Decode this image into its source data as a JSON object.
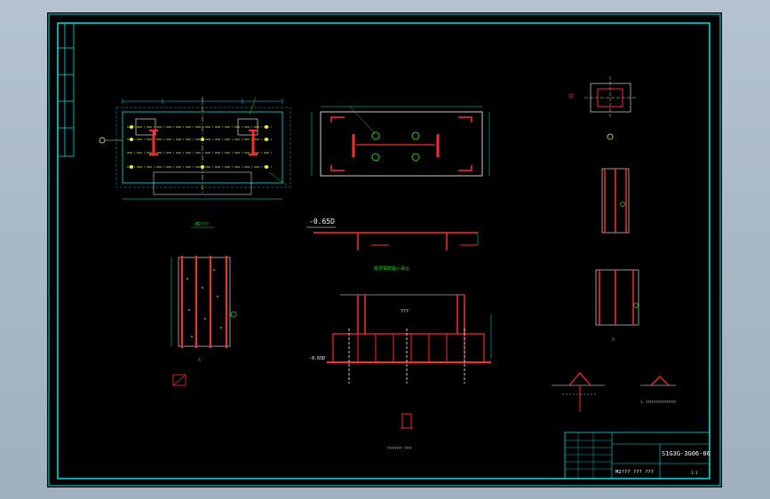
{
  "drawing": {
    "level_top": "-0.65D",
    "level_bottom": "-0.65D",
    "label_plan": "M2???",
    "label_section": "???",
    "label_a": "A",
    "label_b": "B",
    "pile_note": "桩顶钢筋锚入承台",
    "note_1": "1. ????????????????",
    "note_2": "????????  ????",
    "title_block": {
      "drawing_no": "S1G3G-3G06-06",
      "drawing_title": "M2??? ??? ???",
      "scale": "1:1"
    }
  },
  "colors": {
    "frame": "#00e5e5",
    "rebar": "#ff2a2a",
    "dim": "#00e5e5",
    "center": "#f0f040",
    "text": "#ffff40",
    "green": "#19d919"
  }
}
